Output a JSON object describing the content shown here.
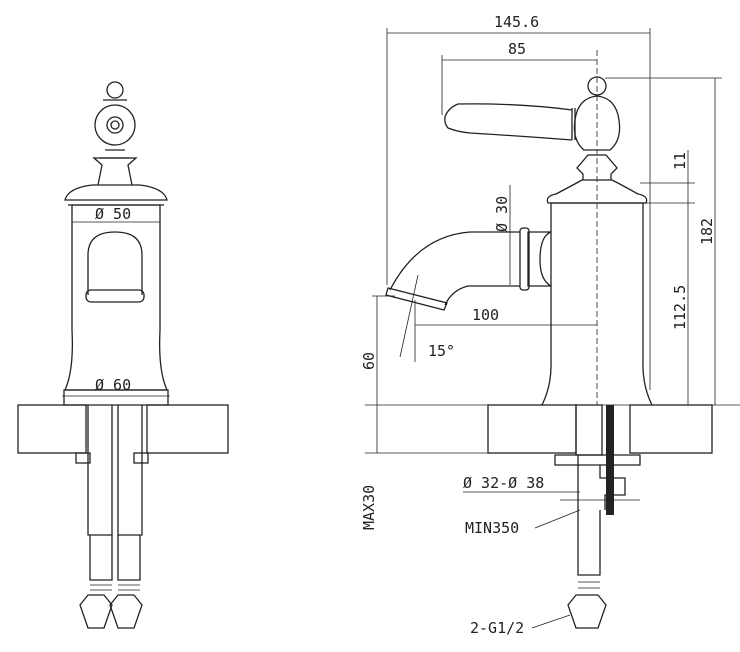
{
  "title": "Basin faucet dimension drawing",
  "dimensions": {
    "overall_width": "145.6",
    "handle_reach": "85",
    "base_diameter_top": "Ø 50",
    "base_diameter_bottom": "Ø 60",
    "spout_diameter": "Ø 30",
    "handle_height": "11",
    "overall_height": "182",
    "body_height": "112.5",
    "spout_reach": "100",
    "spout_height": "60",
    "spout_angle": "15°",
    "hole_diameter": "Ø 32-Ø 38",
    "max_counter_thickness": "MAX30",
    "min_hose_length": "MIN350",
    "connection_thread": "2-G1/2"
  }
}
